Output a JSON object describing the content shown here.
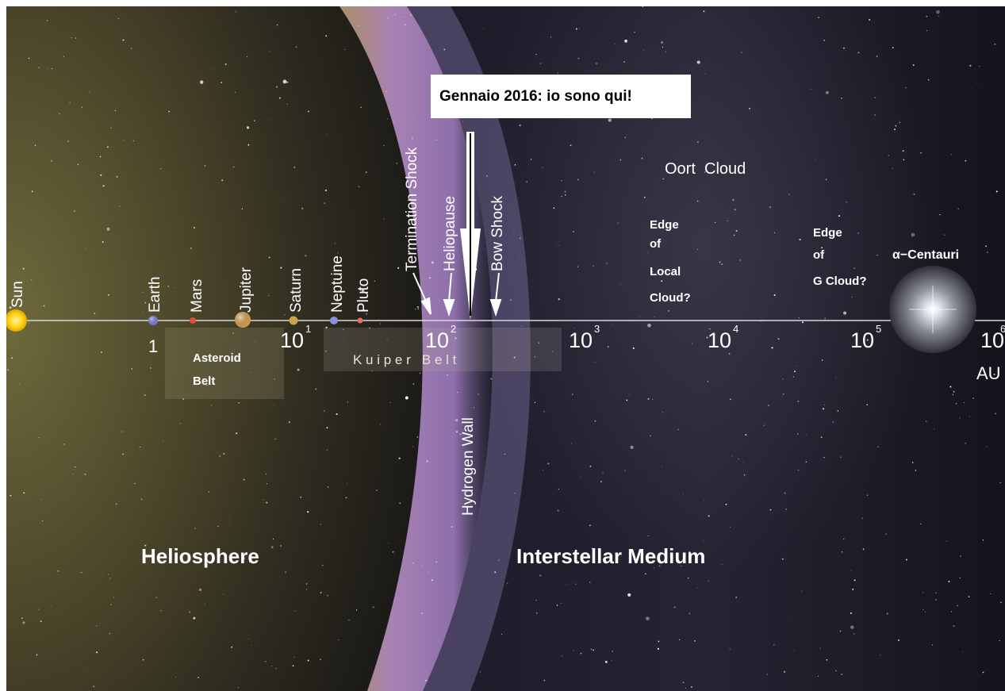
{
  "callout": {
    "text": "Gennaio 2016: io sono qui!"
  },
  "bodies": {
    "sun": "Sun",
    "earth": "Earth",
    "mars": "Mars",
    "jupiter": "Jupiter",
    "saturn": "Saturn",
    "neptune": "Neptune",
    "pluto": "Pluto"
  },
  "boundaries": {
    "termination_shock": "Termination Shock",
    "heliopause": "Heliopause",
    "bow_shock": "Bow Shock",
    "hydrogen_wall": "Hydrogen Wall"
  },
  "axis": {
    "tick_1": "1",
    "tick_base": "10",
    "exp_1": "1",
    "exp_2": "2",
    "exp_3": "3",
    "exp_4": "4",
    "exp_5": "5",
    "exp_6": "6",
    "unit": "AU"
  },
  "regions": {
    "asteroid_belt_line1": "Asteroid",
    "asteroid_belt_line2": "Belt",
    "kuiper_belt": "K u i p e r   B e l t",
    "oort_cloud": "Oort  Cloud",
    "local_cloud": [
      "Edge",
      "of",
      "Local",
      "Cloud?"
    ],
    "g_cloud": [
      "Edge",
      "of",
      "G Cloud?"
    ],
    "alpha_centauri": "α−Centauri",
    "heliosphere": "Heliosphere",
    "interstellar_medium": "Interstellar Medium"
  },
  "colors": {
    "sun": "#ffd21a",
    "earth": "#7b7fd6",
    "mars": "#e0503a",
    "jupiter": "#d8a050",
    "saturn": "#c9a24a",
    "neptune": "#8a90e0",
    "pluto": "#e07060",
    "hydrogen_wall": "#c8a2e8",
    "label": "#ffffff"
  }
}
